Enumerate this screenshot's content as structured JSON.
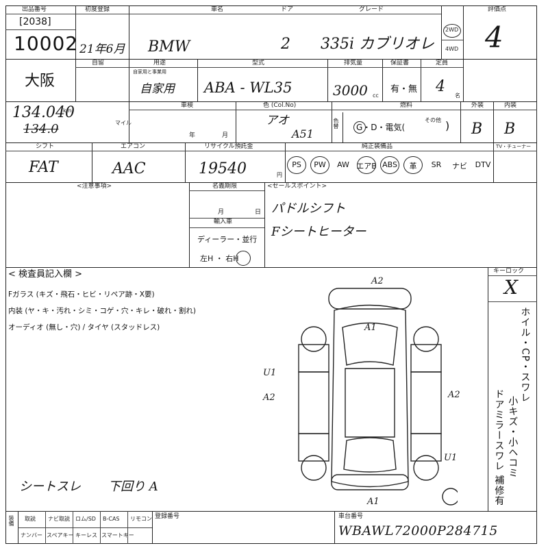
{
  "header": {
    "lot_label": "出品番号",
    "lot_code": "[2038]",
    "lot_number": "10002",
    "reg_label": "初度登録",
    "reg_value": "21年6月",
    "maker_label": "車名",
    "maker_value": "BMW",
    "door_label": "ドア",
    "door_value": "2",
    "grade_label": "グレード",
    "grade_value": "335i カブリオレ",
    "drive_2wd": "2WD",
    "drive_4wd": "4WD",
    "score_label": "評価点",
    "score_value": "4"
  },
  "row2": {
    "location": "大阪",
    "home_label": "自留",
    "use_label": "用途",
    "use_sub": "自家用と事業用",
    "use_value": "自家用",
    "model_label": "型式",
    "model_value": "ABA - WL35",
    "displacement_label": "排気量",
    "displacement_value": "3000",
    "displacement_unit": "cc",
    "warranty_label": "保証書",
    "warranty_value": "有・無",
    "capacity_label": "定員",
    "capacity_value": "4",
    "capacity_unit": "名"
  },
  "row3": {
    "mileage_value": "134.040",
    "mileage_struck": "134.0",
    "mileage_unit": "km",
    "mileage_unit2": "マイル",
    "inspection_label": "車検",
    "inspection_year": "年",
    "inspection_month": "月",
    "color_label": "色 (Col.No)",
    "color_value": "アオ",
    "color_code": "A51",
    "color_change": "色替",
    "fuel_label": "燃料",
    "fuel_value": "G・D・電気(",
    "fuel_other": "その他",
    "fuel_close": ")",
    "ext_label": "外装",
    "ext_value": "B",
    "int_label": "内装",
    "int_value": "B"
  },
  "row4": {
    "shift_label": "シフト",
    "shift_value": "FAT",
    "ac_label": "エアコン",
    "ac_value": "AAC",
    "recycle_label": "リサイクル預託金",
    "recycle_value": "19540",
    "recycle_unit": "円",
    "equip_label": "純正装備品",
    "equip_items": [
      "PS",
      "PW",
      "AW",
      "エアB",
      "ABS",
      "革",
      "SR",
      "ナビ",
      "DTV"
    ],
    "extra_label": "TV・チューナー"
  },
  "notes": {
    "notes_label": "<注意事項>",
    "registration_label": "名義期限",
    "registration_month": "月",
    "registration_day": "日",
    "import_label": "輸入車",
    "import_value": "ディーラー・並行",
    "steering_value": "左H ・ 右H",
    "sales_label": "<セールスポイント>",
    "sales_1": "パドルシフト",
    "sales_2": "Fシートヒーター"
  },
  "inspection": {
    "title": "< 検査員記入欄 >",
    "glass_line": "Fガラス (キズ・飛石・ヒビ・リペア跡・X要)",
    "interior_line": "内装 (ヤ・キ・汚れ・シミ・コゲ・穴・キレ・破れ・割れ)",
    "audio_line": "オーディオ (無し・穴) / タイヤ (スタッドレス)",
    "seat_note": "シートスレ",
    "seat_detail": "下回り A"
  },
  "damage": {
    "front": "A2",
    "hood": "A1",
    "right_door": "A2",
    "left_front": "U1",
    "left_door": "A2",
    "rear_right": "U1",
    "rear": "A1"
  },
  "keylock": {
    "label": "キーロック",
    "value": "X",
    "vertical_text": "ホイル・CP・スワレ",
    "vertical_text2": "小キズ・小ヘコミ",
    "vertical_text3": "ドアミラースワレ 補修有"
  },
  "footer": {
    "equip_label": "装備",
    "col1": "取説",
    "col2": "ナビ取説",
    "col3": "ロム/SD",
    "col4": "B-CAS",
    "col5": "リモコン",
    "row2_1": "ナンバー",
    "row2_2": "スペアキー",
    "row2_3": "キーレス",
    "row2_4": "スマートキー",
    "recall_label": "登録番号",
    "chassis_label": "車台番号",
    "chassis_value": "WBAWL72000P284715"
  }
}
